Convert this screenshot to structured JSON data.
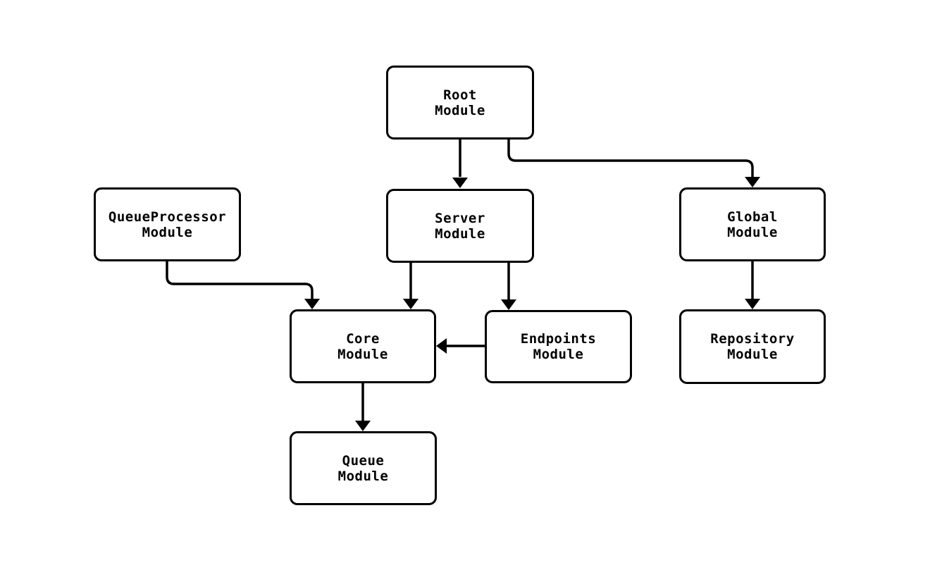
{
  "diagram": {
    "type": "module-dependency-graph",
    "background_color": "#ffffff",
    "node_fill_color": "#ffffff",
    "node_border_color": "#000000",
    "edge_color": "#000000",
    "text_color": "#000000",
    "nodes": {
      "root": {
        "label": "Root\nModule"
      },
      "queueprocessor": {
        "label": "QueueProcessor\nModule"
      },
      "server": {
        "label": "Server\nModule"
      },
      "global": {
        "label": "Global\nModule"
      },
      "core": {
        "label": "Core\nModule"
      },
      "endpoints": {
        "label": "Endpoints\nModule"
      },
      "repository": {
        "label": "Repository\nModule"
      },
      "queue": {
        "label": "Queue\nModule"
      }
    },
    "edges": [
      {
        "from": "Root Module",
        "to": "Server Module"
      },
      {
        "from": "Root Module",
        "to": "Global Module"
      },
      {
        "from": "QueueProcessor Module",
        "to": "Core Module"
      },
      {
        "from": "Server Module",
        "to": "Core Module"
      },
      {
        "from": "Server Module",
        "to": "Endpoints Module"
      },
      {
        "from": "Endpoints Module",
        "to": "Core Module"
      },
      {
        "from": "Global Module",
        "to": "Repository Module"
      },
      {
        "from": "Core Module",
        "to": "Queue Module"
      }
    ]
  }
}
